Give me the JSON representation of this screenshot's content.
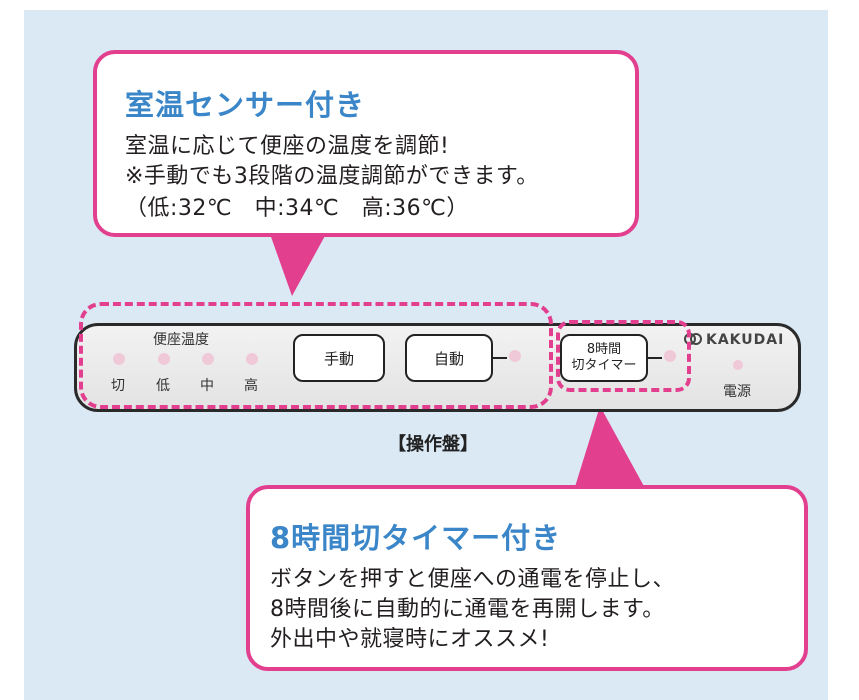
{
  "callout_top": {
    "title": "室温センサー付き",
    "lines": [
      "室温に応じて便座の温度を調節!",
      "※手動でも3段階の温度調節ができます。",
      "（低:32℃　中:34℃　高:36℃）"
    ]
  },
  "panel": {
    "temp_label": "便座温度",
    "levels": [
      "切",
      "低",
      "中",
      "高"
    ],
    "manual_button": "手動",
    "auto_button": "自動",
    "timer_button": [
      "8時間",
      "切タイマー"
    ],
    "brand": "KAKUDAI",
    "power_label": "電源"
  },
  "caption": "【操作盤】",
  "callout_bottom": {
    "title": "8時間切タイマー付き",
    "lines": [
      "ボタンを押すと便座への通電を停止し、",
      "8時間後に自動的に通電を再開します。",
      "外出中や就寝時にオススメ!"
    ]
  },
  "colors": {
    "accent": "#e23f8f",
    "title_blue": "#3a86c8",
    "background": "#dbe9f5"
  }
}
